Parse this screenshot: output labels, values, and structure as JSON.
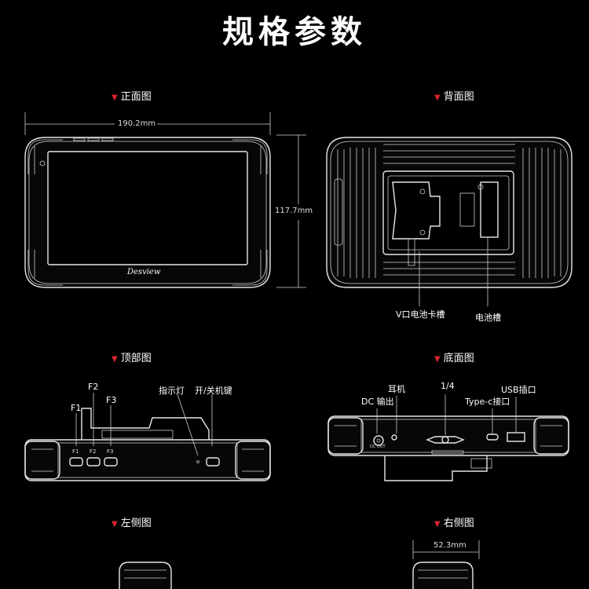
{
  "title": "规格参数",
  "accent_color": "#d8262d",
  "sections": {
    "front": "正面图",
    "back": "背面图",
    "top": "顶部图",
    "bottom": "底面图",
    "left": "左侧图",
    "right": "右侧图"
  },
  "dimensions": {
    "width": "190.2mm",
    "height": "117.7mm",
    "depth": "52.3mm"
  },
  "front": {
    "logo": "Desview"
  },
  "back_labels": {
    "v_mount": "V口电池卡槽",
    "battery": "电池槽"
  },
  "top_labels": {
    "f1": "F1",
    "f2": "F2",
    "f3": "F3",
    "indicator": "指示灯",
    "power": "开/关机键",
    "btn_f1": "F1",
    "btn_f2": "F2",
    "btn_f3": "F3"
  },
  "bottom_labels": {
    "headphone": "耳机",
    "quarter": "1/4",
    "dc": "DC 输出",
    "typec": "Type-c接口",
    "usb": "USB插口",
    "dc_port": "DC OUT"
  }
}
